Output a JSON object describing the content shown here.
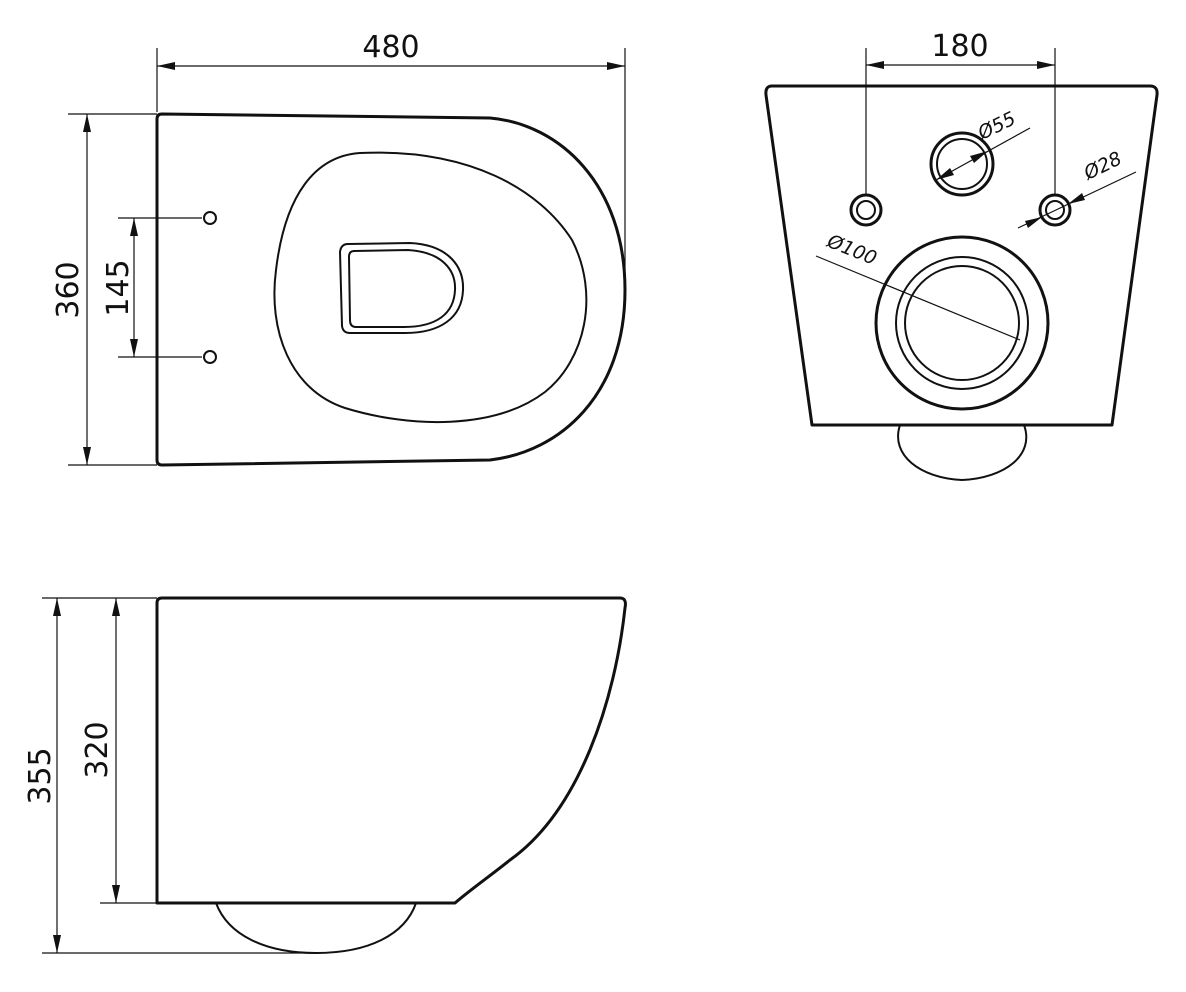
{
  "top_view": {
    "width_label": "480",
    "depth_label": "360",
    "fixing_spacing_label": "145"
  },
  "rear_view": {
    "fixing_spacing_label": "180",
    "inlet_label": "Ø55",
    "fixing_hole_label": "Ø28",
    "outlet_label": "Ø100"
  },
  "side_view": {
    "total_height_label": "355",
    "body_height_label": "320"
  }
}
